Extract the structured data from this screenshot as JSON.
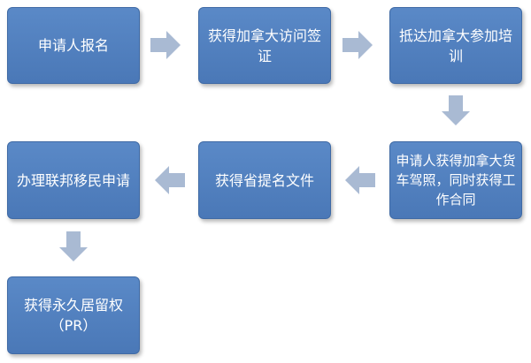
{
  "colors": {
    "box": "#4f7ebf",
    "arrow": "#a9bad3"
  },
  "steps": [
    {
      "label": "申请人报名"
    },
    {
      "label": "获得加拿大访问签证"
    },
    {
      "label": "抵达加拿大参加培训"
    },
    {
      "label": "申请人获得加拿大货车驾照，同时获得工作合同"
    },
    {
      "label": "获得省提名文件"
    },
    {
      "label": "办理联邦移民申请"
    },
    {
      "label": "获得永久居留权（PR）"
    }
  ],
  "arrows": [
    {
      "from": 1,
      "to": 2,
      "direction": "right"
    },
    {
      "from": 2,
      "to": 3,
      "direction": "right"
    },
    {
      "from": 3,
      "to": 4,
      "direction": "down"
    },
    {
      "from": 4,
      "to": 5,
      "direction": "left"
    },
    {
      "from": 5,
      "to": 6,
      "direction": "left"
    },
    {
      "from": 6,
      "to": 7,
      "direction": "down"
    }
  ]
}
